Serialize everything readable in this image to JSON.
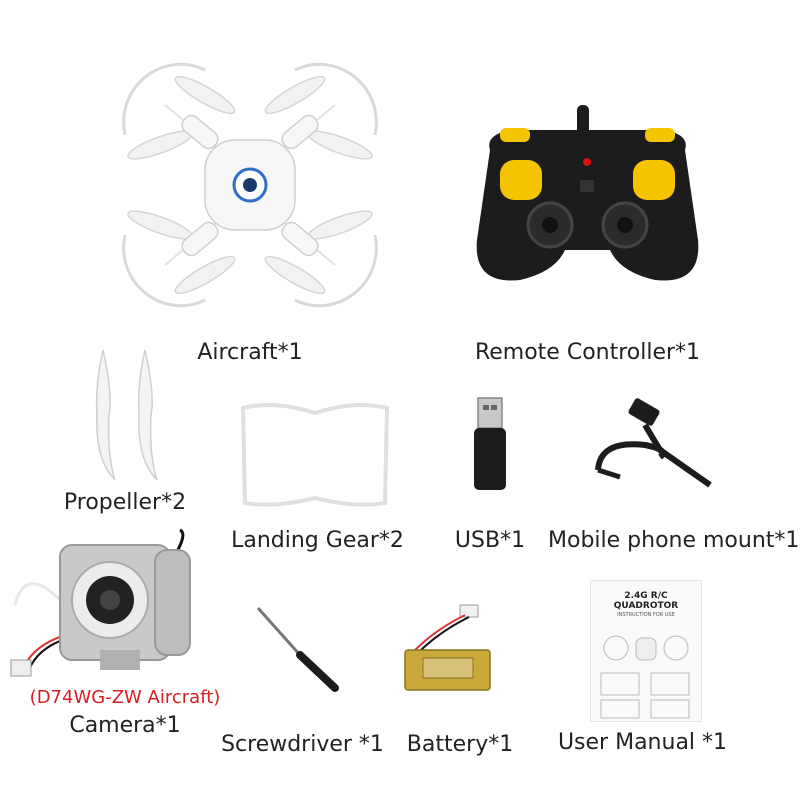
{
  "items": {
    "aircraft": {
      "label": "Aircraft*1"
    },
    "remote": {
      "label": "Remote Controller*1"
    },
    "propeller": {
      "label": "Propeller*2"
    },
    "landing_gear": {
      "label": "Landing Gear*2"
    },
    "usb": {
      "label": "USB*1"
    },
    "phone_mount": {
      "label": "Mobile phone mount*1"
    },
    "camera": {
      "label": "Camera*1",
      "note": "(D74WG-ZW Aircraft)"
    },
    "screwdriver": {
      "label": "Screwdriver *1"
    },
    "battery": {
      "label": "Battery*1"
    },
    "manual": {
      "label": "User Manual *1",
      "title": "2.4G R/C QUADROTOR",
      "subtitle": "INSTRUCTION FOR USE"
    }
  },
  "colors": {
    "note": "#d81e1e",
    "remote_accent": "#f5c400",
    "remote_body": "#1c1c1c"
  }
}
